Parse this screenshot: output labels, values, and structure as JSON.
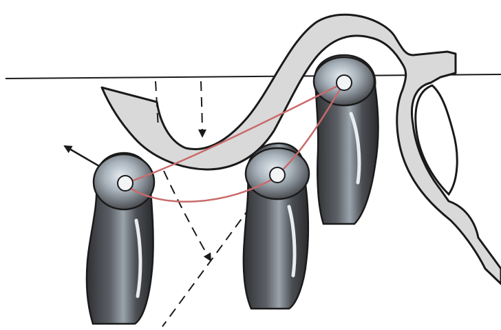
{
  "diagram": {
    "kind": "anatomical-illustration",
    "colors": {
      "background": "#ffffff",
      "bone_fill": "#dcdcdc",
      "bone_stroke": "#1a1a1a",
      "condyle_dark": "#3a3a3c",
      "condyle_mid": "#6e7177",
      "condyle_highlight": "#c9d2da",
      "path_line": "#c96a6a",
      "guide_line": "#1a1a1a"
    },
    "icons": [
      "arrow-icon",
      "pivot-circle-icon"
    ],
    "condyles": [
      {
        "name": "condyle-left"
      },
      {
        "name": "condyle-middle"
      },
      {
        "name": "condyle-right"
      }
    ],
    "paths": [
      {
        "name": "path-left-to-middle"
      },
      {
        "name": "path-left-to-right"
      },
      {
        "name": "path-middle-to-right"
      }
    ]
  }
}
